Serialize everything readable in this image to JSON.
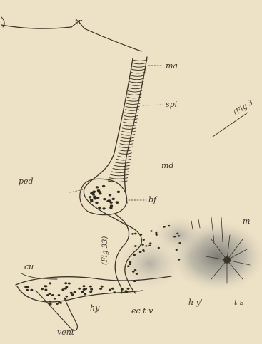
{
  "figure": {
    "labels": {
      "tr": "tr",
      "ma": "ma",
      "spi": "spi",
      "fig_ref_right": "(Fig 3",
      "mad": "md",
      "ped": "ped",
      "bf": "bf",
      "m": "m",
      "fig_ref_center": "(Fig 33)",
      "cu": "cu",
      "hy": "hy",
      "ect": "ec t v",
      "hy2": "h y'",
      "ts": "t s",
      "vent": "vent"
    },
    "colors": {
      "paper": "#ede1c6",
      "ink": "#3b3428",
      "shade": "#8c8c86"
    }
  }
}
